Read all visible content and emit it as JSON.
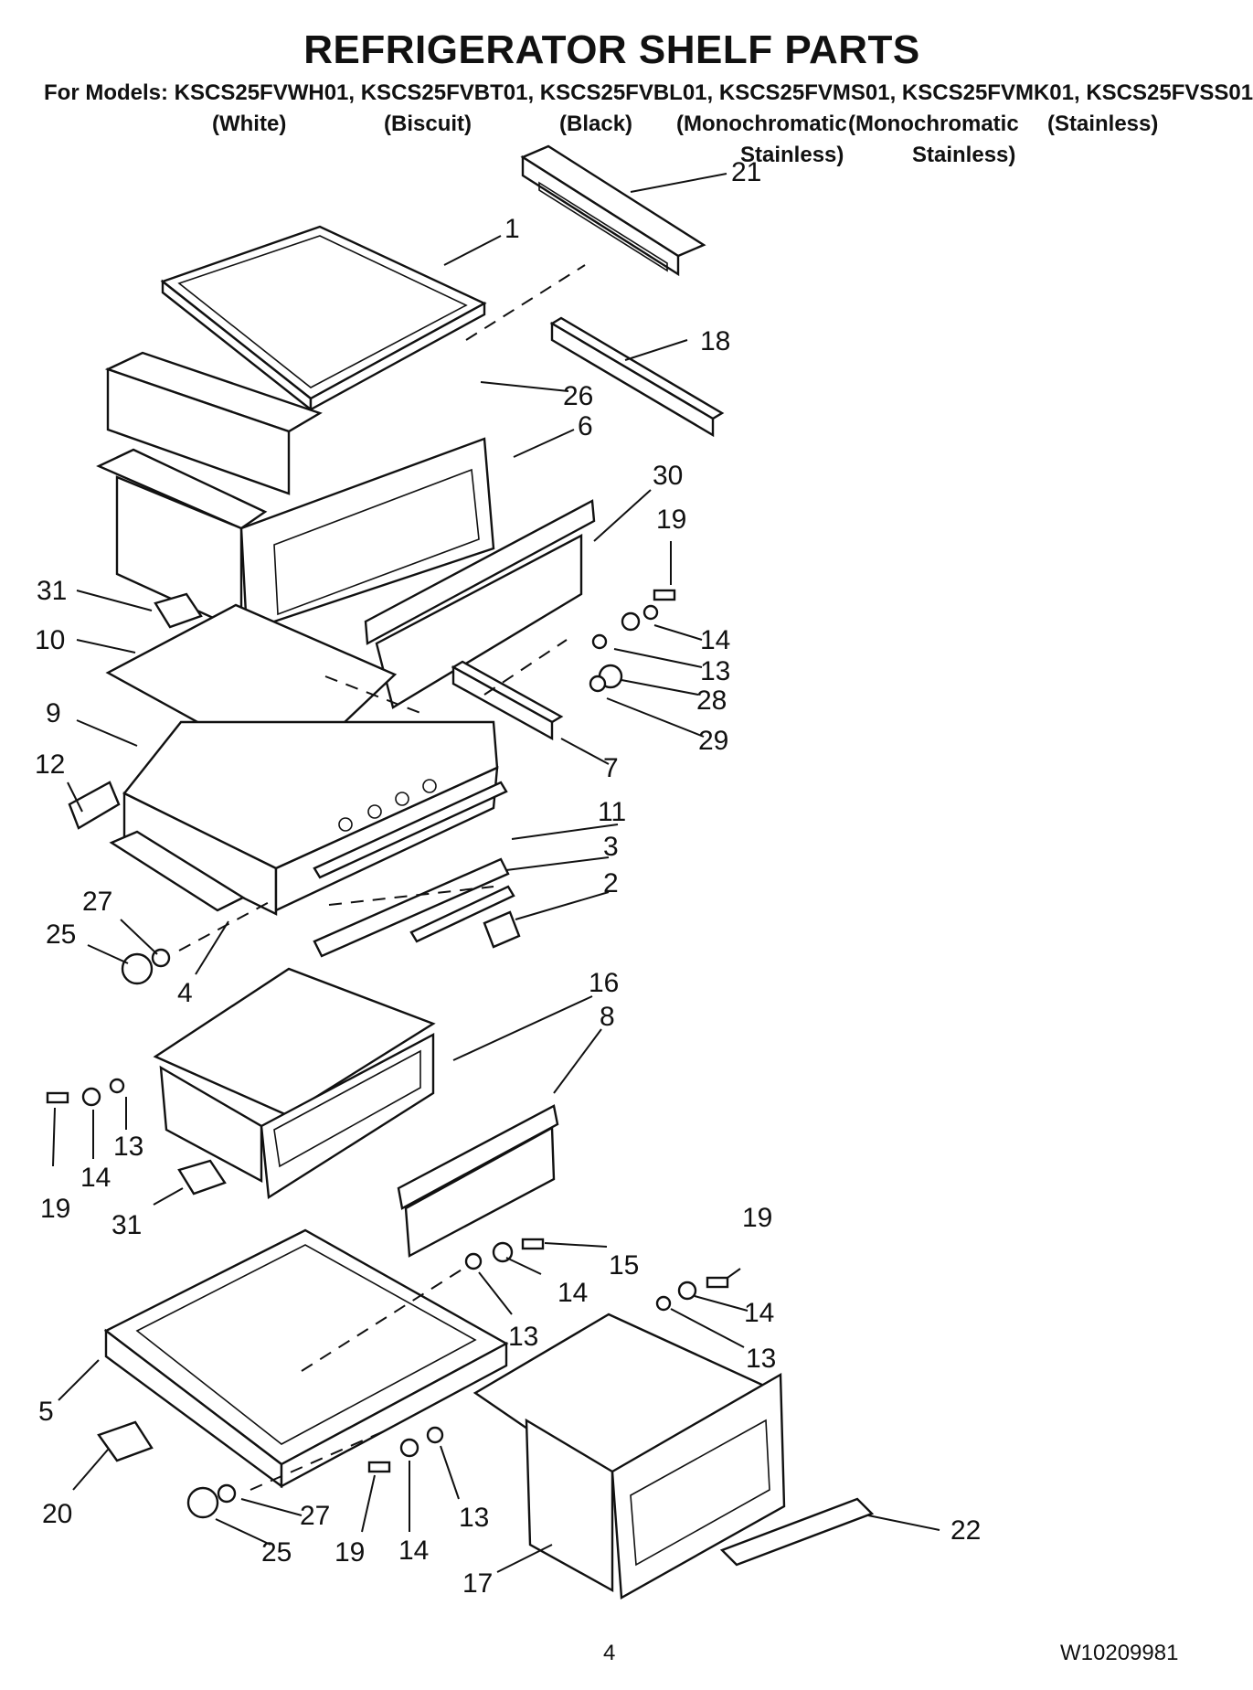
{
  "header": {
    "title": "REFRIGERATOR SHELF PARTS",
    "models_line": "For Models: KSCS25FVWH01, KSCS25FVBT01, KSCS25FVBL01, KSCS25FVMS01, KSCS25FVMK01, KSCS25FVSS01",
    "variants": [
      "(White)",
      "(Biscuit)",
      "(Black)",
      "(Monochromatic",
      "(Monochromatic",
      "(Stainless)"
    ],
    "variants_line2": [
      "Stainless)",
      "Stainless)"
    ]
  },
  "callouts": {
    "c1": "1",
    "c2": "2",
    "c3": "3",
    "c4": "4",
    "c5": "5",
    "c6": "6",
    "c7": "7",
    "c8": "8",
    "c9": "9",
    "c10": "10",
    "c11": "11",
    "c12": "12",
    "c13a": "13",
    "c13b": "13",
    "c13c": "13",
    "c13d": "13",
    "c13e": "13",
    "c14a": "14",
    "c14b": "14",
    "c14c": "14",
    "c14d": "14",
    "c14e": "14",
    "c15": "15",
    "c16": "16",
    "c17": "17",
    "c18": "18",
    "c19a": "19",
    "c19b": "19",
    "c19c": "19",
    "c19d": "19",
    "c20": "20",
    "c21": "21",
    "c22": "22",
    "c25a": "25",
    "c25b": "25",
    "c26": "26",
    "c27a": "27",
    "c27b": "27",
    "c28": "28",
    "c29": "29",
    "c30": "30",
    "c31a": "31",
    "c31b": "31"
  },
  "footer": {
    "page_number": "4",
    "doc_number": "W10209981"
  }
}
